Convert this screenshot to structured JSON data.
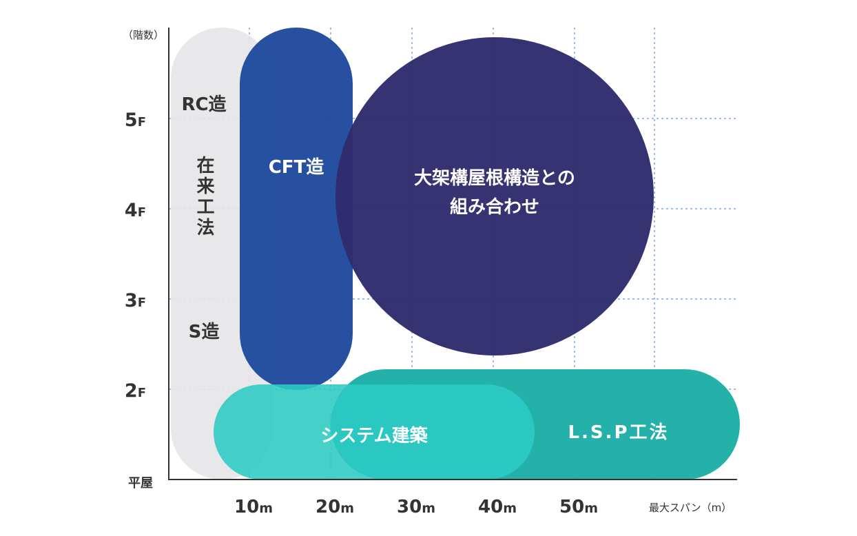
{
  "chart_data": {
    "type": "diagram",
    "y_axis": {
      "label": "（階数）",
      "ticks": [
        {
          "value": 1,
          "label": "平屋"
        },
        {
          "value": 2,
          "num": "2",
          "unit": "F"
        },
        {
          "value": 3,
          "num": "3",
          "unit": "F"
        },
        {
          "value": 4,
          "num": "4",
          "unit": "F"
        },
        {
          "value": 5,
          "num": "5",
          "unit": "F"
        }
      ]
    },
    "x_axis": {
      "label": "最大スパン（m）",
      "ticks": [
        {
          "value": 10,
          "num": "10",
          "unit": "m"
        },
        {
          "value": 20,
          "num": "20",
          "unit": "m"
        },
        {
          "value": 30,
          "num": "30",
          "unit": "m"
        },
        {
          "value": 40,
          "num": "40",
          "unit": "m"
        },
        {
          "value": 50,
          "num": "50",
          "unit": "m"
        }
      ]
    },
    "grid": true,
    "regions": [
      {
        "name": "在来工法",
        "labels": [
          "RC造",
          "在来工法",
          "S造"
        ],
        "color": "#e6e6e9"
      },
      {
        "name": "CFT造",
        "labels": [
          "CFT造"
        ],
        "color": "#1e4a9c"
      },
      {
        "name": "大架構屋根構造との組み合わせ",
        "labels": [
          "大架構屋根構造との",
          "組み合わせ"
        ],
        "color": "#302c6e"
      },
      {
        "name": "L.S.P工法",
        "labels": [
          "L.S.P工法"
        ],
        "color": "#1aaea7"
      },
      {
        "name": "システム建築",
        "labels": [
          "システム建築"
        ],
        "color": "#2bcbc3"
      }
    ]
  }
}
